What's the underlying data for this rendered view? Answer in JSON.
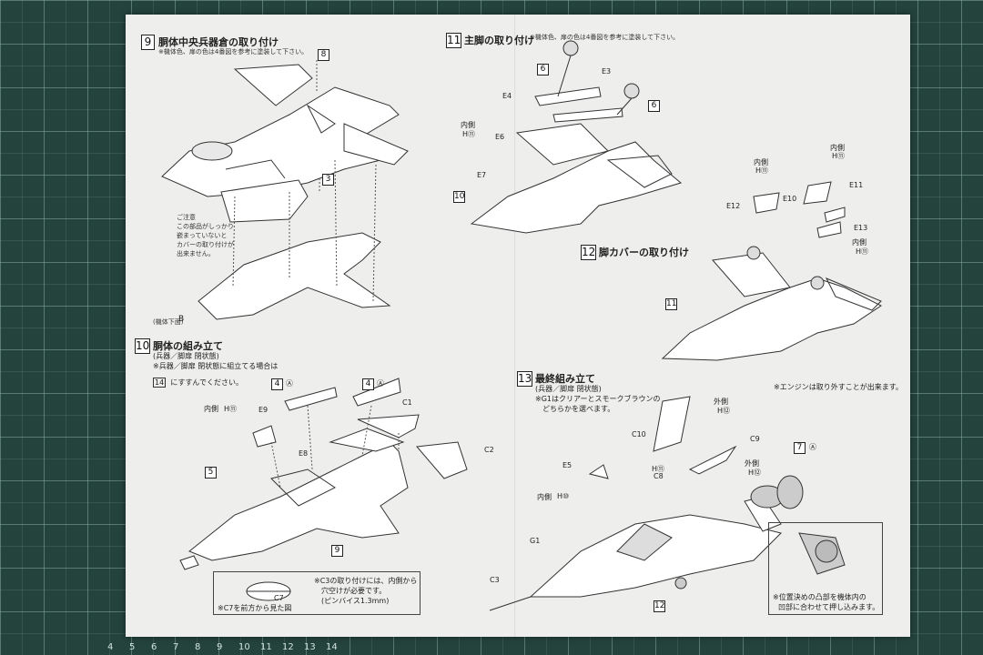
{
  "steps": {
    "s9": {
      "num": "9",
      "title": "胴体中央兵器倉の取り付け",
      "note": "※機体色、扉の色は4番図を参考に塗装して下さい。"
    },
    "s10": {
      "num": "10",
      "title": "胴体の組み立て",
      "sub": "(兵器／脚扉 閉状態)",
      "note1": "※兵器／脚扉 閉状態に組立てる場合は",
      "note2ref": "14",
      "note2": "にすすんでください。"
    },
    "s11": {
      "num": "11",
      "title": "主脚の取り付け",
      "note": "※機体色、扉の色は4番図を参考に塗装して下さい。"
    },
    "s12": {
      "num": "12",
      "title": "脚カバーの取り付け"
    },
    "s13": {
      "num": "13",
      "title": "最終組み立て",
      "sub": "(兵器／脚扉 閉状態)",
      "note1": "※G1はクリアーとスモークブラウンの",
      "note2": "どちらかを選べます。"
    }
  },
  "step9": {
    "part8": "8",
    "part3": "3",
    "caution": [
      "ご注意",
      "この部品がしっかり",
      "嵌まっていないと",
      "カバーの取り付けが",
      "出来ません。"
    ],
    "underside": "(機体下面)",
    "partB": "B"
  },
  "step10": {
    "inner": "内側",
    "inner_ref": "H⑪",
    "e9": "E9",
    "e8": "E8",
    "c1": "C1",
    "c2": "C2",
    "part4a": "4",
    "part4b": "4",
    "circleA": "Ⓐ",
    "part5": "5",
    "part9": "9",
    "c7": "C7",
    "c7note": "※C7を前方から見た図",
    "c3note": [
      "※C3の取り付けには、内側から",
      "穴空けが必要です。",
      "(ピンバイス1.3mm)"
    ]
  },
  "step11": {
    "part6a": "6",
    "part6b": "6",
    "e3": "E3",
    "e4": "E4",
    "inner": "内側",
    "inner_ref": "H⑪",
    "e6": "E6",
    "e7": "E7",
    "part10": "10"
  },
  "step12": {
    "inner_left": "内側",
    "inner_left_ref": "H⑪",
    "e12": "E12",
    "e10": "E10",
    "inner_right": "内側",
    "inner_right_ref": "H⑪",
    "e11": "E11",
    "e13": "E13",
    "inner_r2": "内側",
    "inner_r2_ref": "H⑪",
    "part11": "11"
  },
  "step13": {
    "engine_note": "※エンジンは取り外すことが出来ます。",
    "outer1": "外側",
    "outer1_ref": "H⑫",
    "c10": "C10",
    "c9": "C9",
    "outer2": "外側",
    "outer2_ref": "H⑫",
    "part7": "7",
    "circleA": "Ⓐ",
    "e5": "E5",
    "h11": "H⑪",
    "c8": "C8",
    "inner": "内側",
    "inner_ref": "H⑩",
    "g1": "G1",
    "c3": "C3",
    "part12": "12",
    "fit_note": [
      "※位置決めの凸部を機体内の",
      "凹部に合わせて押し込みます。"
    ]
  },
  "ruler": [
    "4",
    "5",
    "6",
    "7",
    "8",
    "9",
    "10",
    "11",
    "12",
    "13",
    "14"
  ]
}
